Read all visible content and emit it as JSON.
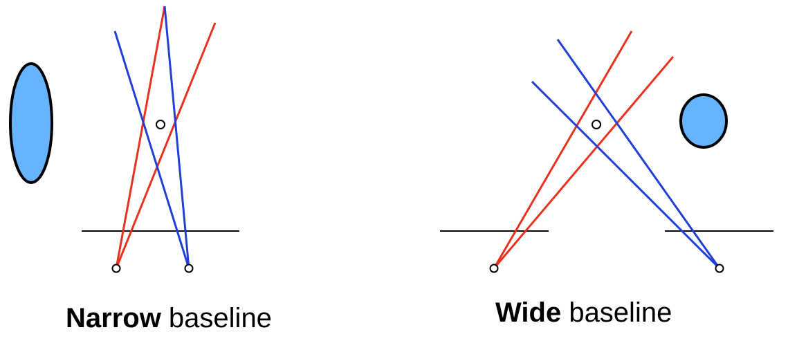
{
  "colors": {
    "background": "#ffffff",
    "ray_left_camera": "#e8321e",
    "ray_right_camera": "#1f3fd6",
    "baseline": "#000000",
    "blob_fill": "#66b3ff",
    "blob_stroke": "#000000"
  },
  "captions": {
    "narrow": {
      "bold": "Narrow",
      "rest": " baseline"
    },
    "wide": {
      "bold": "Wide",
      "rest": " baseline"
    }
  }
}
